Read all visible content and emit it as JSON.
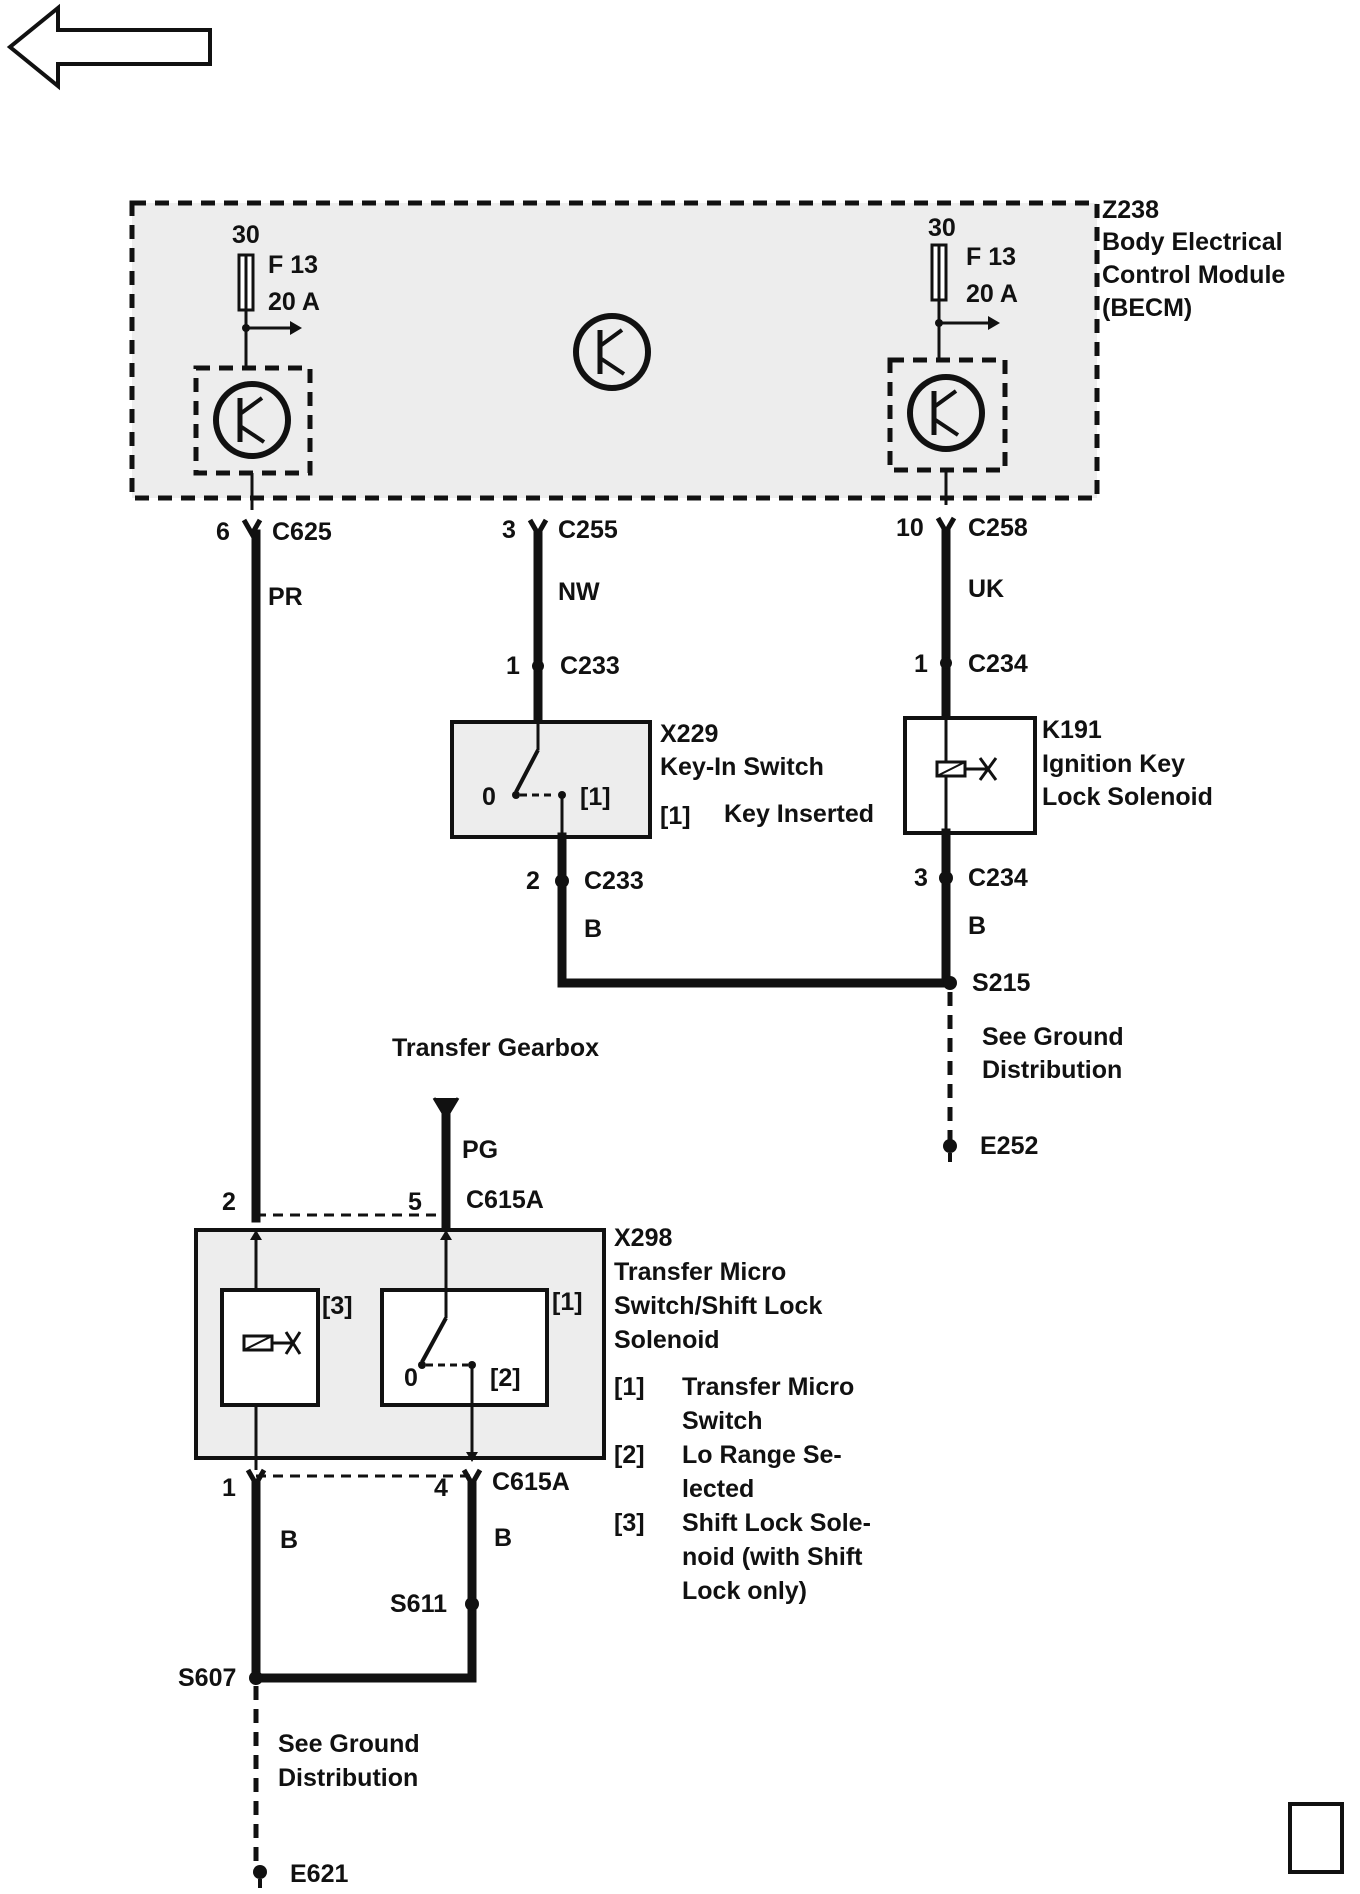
{
  "nav": {
    "back_arrow": "left-arrow-icon"
  },
  "becm": {
    "id": "Z238",
    "name_lines": [
      "Body Electrical",
      "Control Module",
      "(BECM)"
    ],
    "fuse_left": {
      "terminal": "30",
      "name": "F 13",
      "rating": "20 A"
    },
    "fuse_right": {
      "terminal": "30",
      "name": "F 13",
      "rating": "20 A"
    }
  },
  "connectors": {
    "c625": {
      "pin": "6",
      "name": "C625",
      "wire": "PR"
    },
    "c255": {
      "pin": "3",
      "name": "C255",
      "wire": "NW"
    },
    "c258": {
      "pin": "10",
      "name": "C258",
      "wire": "UK"
    },
    "c233_top": {
      "pin": "1",
      "name": "C233"
    },
    "c234_top": {
      "pin": "1",
      "name": "C234"
    },
    "c233_bot": {
      "pin": "2",
      "name": "C233",
      "wire": "B"
    },
    "c234_bot": {
      "pin": "3",
      "name": "C234",
      "wire": "B"
    },
    "c615a_top_left": {
      "pin": "2"
    },
    "c615a_top": {
      "pin": "5",
      "name": "C615A",
      "wire": "PG"
    },
    "c615a_bot_left": {
      "pin": "1",
      "wire": "B"
    },
    "c615a_bot": {
      "pin": "4",
      "name": "C615A",
      "wire": "B"
    }
  },
  "keyin": {
    "id": "X229",
    "name": "Key-In Switch",
    "pos0": "0",
    "pos1": "[1]",
    "legend_ref": "[1]",
    "legend_text": "Key Inserted"
  },
  "solenoid": {
    "id": "K191",
    "name_lines": [
      "Ignition Key",
      "Lock Solenoid"
    ]
  },
  "splices": {
    "s215": "S215",
    "s611": "S611",
    "s607": "S607"
  },
  "grounds": {
    "note_right": [
      "See Ground",
      "Distribution"
    ],
    "e252": "E252",
    "note_left": [
      "See Ground",
      "Distribution"
    ],
    "e621": "E621"
  },
  "transfer": {
    "heading": "Transfer Gearbox",
    "id": "X298",
    "name_lines": [
      "Transfer Micro",
      "Switch/Shift Lock",
      "Solenoid"
    ],
    "ref3": "[3]",
    "ref1": "[1]",
    "pos0": "0",
    "pos2": "[2]",
    "legend": [
      {
        "ref": "[1]",
        "lines": [
          "Transfer Micro",
          "Switch"
        ]
      },
      {
        "ref": "[2]",
        "lines": [
          "Lo Range Se-",
          "lected"
        ]
      },
      {
        "ref": "[3]",
        "lines": [
          "Shift Lock Sole-",
          "noid (with Shift",
          "Lock only)"
        ]
      }
    ]
  },
  "page_marker": "page-box-icon"
}
